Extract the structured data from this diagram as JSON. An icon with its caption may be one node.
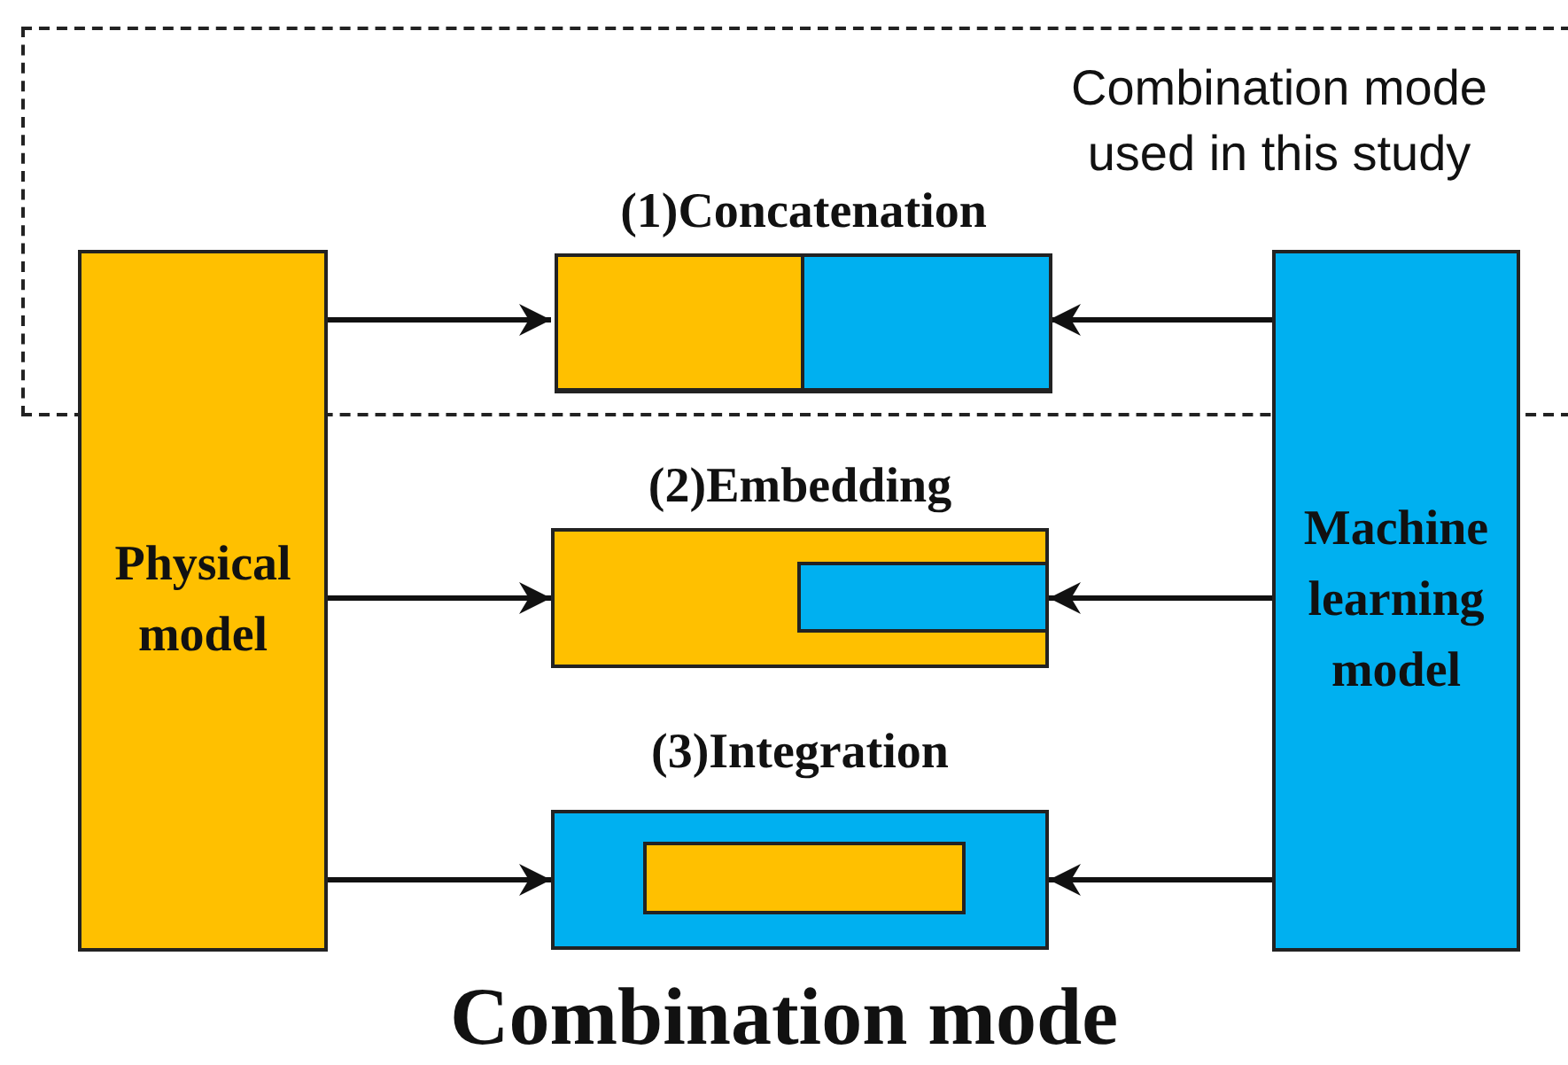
{
  "diagram": {
    "caption": "Combination mode",
    "nodes": [
      {
        "text": [
          "Combination mode used in this study"
        ]
      },
      {
        "text": [
          "Physical model"
        ]
      },
      {
        "text": [
          "(1)Concatenation"
        ],
        "in": 0
      },
      {
        "text": [
          "(2)Embedding"
        ]
      },
      {
        "text": [
          "(3)Integration"
        ]
      },
      {
        "text": [
          "Machine learning model"
        ]
      },
      {
        "text": [],
        "shape": "box",
        "in": 2
      },
      {
        "text": [],
        "shape": "box",
        "in": 2
      },
      {
        "text": [],
        "shape": "box",
        "in": 3
      },
      {
        "text": [],
        "shape": "box",
        "in": 4
      }
    ],
    "edges": [
      {
        "from": 1,
        "to": 2,
        "arrow": "to"
      },
      {
        "from": 5,
        "to": 2,
        "arrow": "to"
      },
      {
        "from": 1,
        "to": 3,
        "arrow": "to"
      },
      {
        "from": 5,
        "to": 3,
        "arrow": "to"
      },
      {
        "from": 1,
        "to": 4,
        "arrow": "to"
      },
      {
        "from": 5,
        "to": 4,
        "arrow": "to"
      }
    ]
  }
}
